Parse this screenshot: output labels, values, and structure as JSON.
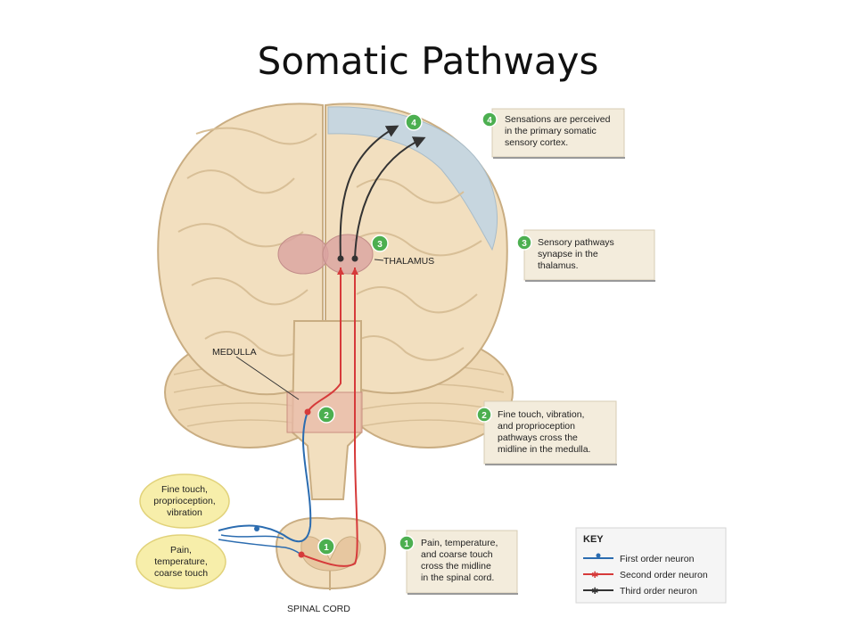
{
  "title": "Somatic Pathways",
  "labels": {
    "thalamus": "THALAMUS",
    "medulla": "MEDULLA",
    "spinal_cord": "SPINAL CORD"
  },
  "steps": [
    {
      "number": "4",
      "lines": [
        "Sensations are perceived",
        "in the primary somatic",
        "sensory cortex."
      ]
    },
    {
      "number": "3",
      "lines": [
        "Sensory pathways",
        "synapse in the",
        "thalamus."
      ]
    },
    {
      "number": "2",
      "lines": [
        "Fine touch, vibration,",
        "and proprioception",
        "pathways cross the",
        "midline in the medulla."
      ]
    },
    {
      "number": "1",
      "lines": [
        "Pain, temperature,",
        "and coarse touch",
        "cross the midline",
        "in the spinal cord."
      ]
    }
  ],
  "stimuli": [
    {
      "lines": [
        "Fine touch,",
        "proprioception,",
        "vibration"
      ]
    },
    {
      "lines": [
        "Pain,",
        "temperature,",
        "coarse touch"
      ]
    }
  ],
  "key": {
    "title": "KEY",
    "items": [
      {
        "label": "First order neuron",
        "color": "#2b6cb0"
      },
      {
        "label": "Second order neuron",
        "color": "#d63a3a"
      },
      {
        "label": "Third order neuron",
        "color": "#333333"
      }
    ]
  },
  "colors": {
    "brain": "#f2dfbf",
    "brain_outline": "#c9ad82",
    "cortex_highlight": "#c7d6df",
    "thalamus": "#d9a3a0",
    "step_badge": "#4caf50",
    "box_fill": "#f3ecdc",
    "oval_fill": "#f7eeaa"
  }
}
